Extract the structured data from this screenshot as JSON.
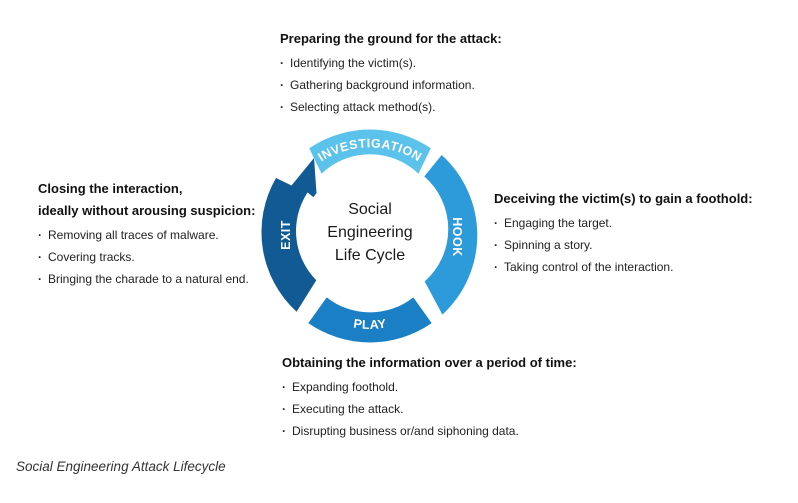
{
  "diagram": {
    "center_lines": [
      "Social",
      "Engineering",
      "Life Cycle"
    ],
    "segments": {
      "investigation": {
        "label": "INVESTIGATION",
        "color": "#5bc2ec"
      },
      "hook": {
        "label": "HOOK",
        "color": "#2d9bd9"
      },
      "play": {
        "label": "PLAY",
        "color": "#1a7fc5"
      },
      "exit": {
        "label": "EXIT",
        "color": "#115a94"
      }
    }
  },
  "top": {
    "heading": "Preparing the ground for the attack:",
    "items": [
      "Identifying the victim(s).",
      "Gathering background information.",
      "Selecting attack method(s)."
    ]
  },
  "right": {
    "heading": "Deceiving the victim(s) to gain a foothold:",
    "items": [
      "Engaging the target.",
      "Spinning a story.",
      "Taking control of the interaction."
    ]
  },
  "left": {
    "heading_lines": [
      "Closing the interaction,",
      "ideally without arousing suspicion:"
    ],
    "items": [
      "Removing all traces of malware.",
      "Covering tracks.",
      "Bringing the charade to a natural end."
    ]
  },
  "bottom": {
    "heading": "Obtaining the information over a period of time:",
    "items": [
      "Expanding foothold.",
      "Executing the attack.",
      "Disrupting business or/and siphoning data."
    ]
  },
  "caption": "Social Engineering Attack Lifecycle"
}
